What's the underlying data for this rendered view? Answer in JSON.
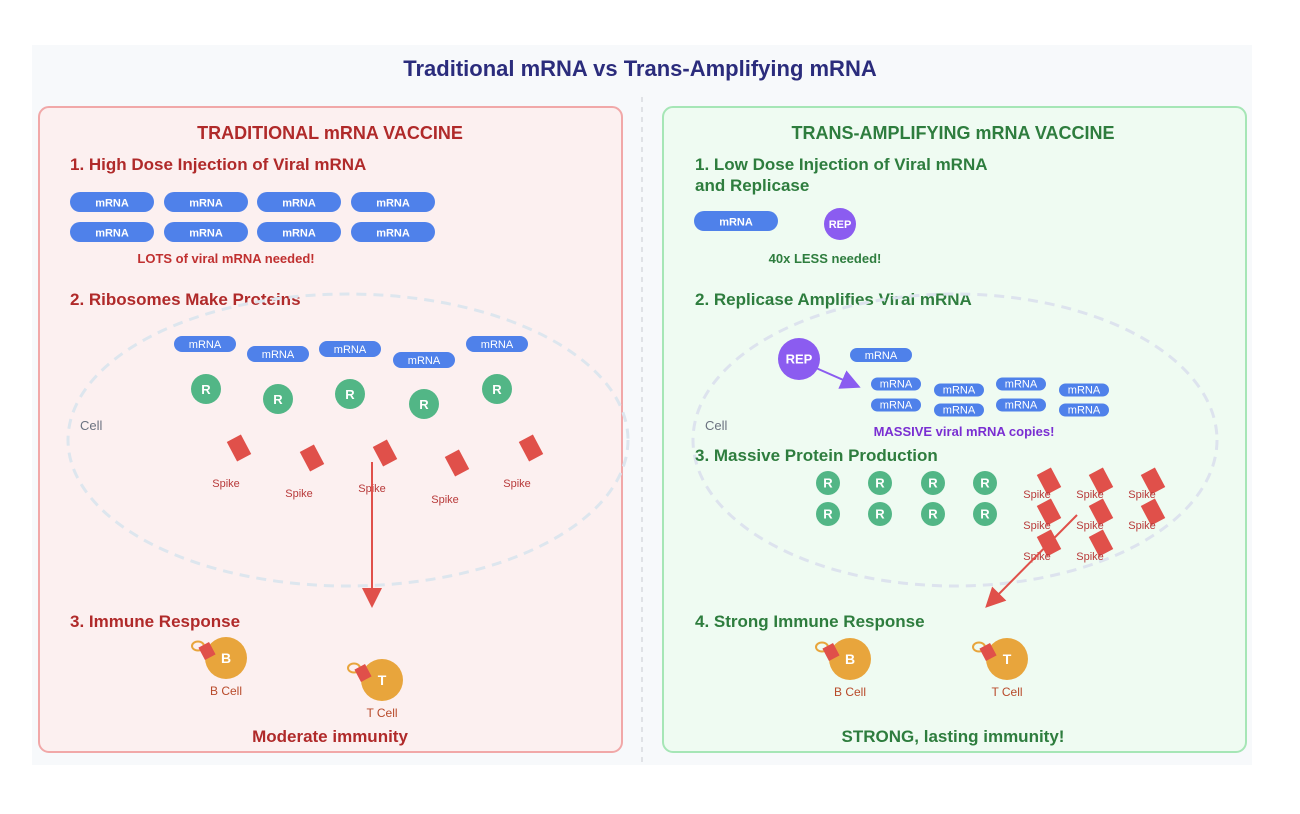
{
  "title": "Traditional mRNA vs Trans-Amplifying mRNA",
  "colors": {
    "mrna": "#4f81ea",
    "ribosome": "#52b686",
    "spike": "#e0504a",
    "replicase": "#8b5cf0",
    "immune_cell": "#e8a53c",
    "left_text": "#b02a2a",
    "right_text": "#2e7d3e",
    "purple_text": "#7a2fd2"
  },
  "left": {
    "heading": "TRADITIONAL mRNA VACCINE",
    "step1": "1. High Dose Injection of Viral mRNA",
    "mrna_label": "mRNA",
    "step1_note": "LOTS of viral mRNA needed!",
    "step2": "2. Ribosomes Make Proteins",
    "cell_label": "Cell",
    "ribosome_label": "R",
    "spike_label": "Spike",
    "step3": "3. Immune Response",
    "b_letter": "B",
    "t_letter": "T",
    "b_cell": "B Cell",
    "t_cell": "T Cell",
    "outcome": "Moderate immunity"
  },
  "right": {
    "heading": "TRANS-AMPLIFYING mRNA VACCINE",
    "step1_line1": "1. Low Dose Injection of Viral mRNA",
    "step1_line2": "and Replicase",
    "mrna_label": "mRNA",
    "rep_label": "REP",
    "step1_note": "40x LESS needed!",
    "step2": "2. Replicase Amplifies Viral mRNA",
    "cell_label": "Cell",
    "step2_note": "MASSIVE viral mRNA copies!",
    "step3": "3. Massive Protein Production",
    "ribosome_label": "R",
    "spike_label": "Spike",
    "step4": "4. Strong Immune Response",
    "b_letter": "B",
    "t_letter": "T",
    "b_cell": "B Cell",
    "t_cell": "T Cell",
    "outcome": "STRONG, lasting immunity!"
  }
}
